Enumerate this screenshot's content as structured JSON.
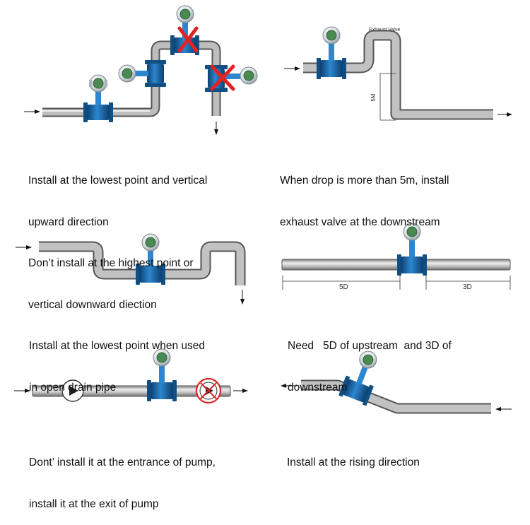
{
  "panels": {
    "p1": {
      "lines": [
        "Install at the lowest point and vertical",
        "upward direction",
        "Don’t install at the highest point or",
        "vertical downward diection"
      ]
    },
    "p2": {
      "lines": [
        "When drop is more than 5m, install",
        "exhaust valve at the downstream"
      ],
      "valve_label": "Exhaust Valve",
      "drop_label": "5M"
    },
    "p3": {
      "lines": [
        "Install at the lowest point when used",
        "in open drain pipe"
      ]
    },
    "p4": {
      "lines": [
        "Need   5D of upstream  and 3D of",
        "downstream"
      ],
      "upstream_label": "5D",
      "downstream_label": "3D"
    },
    "p5": {
      "lines": [
        "Dont’ install it at the entrance of pump,",
        "install it at the exit of pump"
      ]
    },
    "p6": {
      "lines": [
        "Install at the rising direction"
      ]
    }
  },
  "colors": {
    "pipe": "#9a9a9a",
    "pipe_highlight": "#e8e8e8",
    "meter": "#1f6fb0",
    "meter_dark": "#0f4f84",
    "wrong_mark": "#e32222"
  }
}
